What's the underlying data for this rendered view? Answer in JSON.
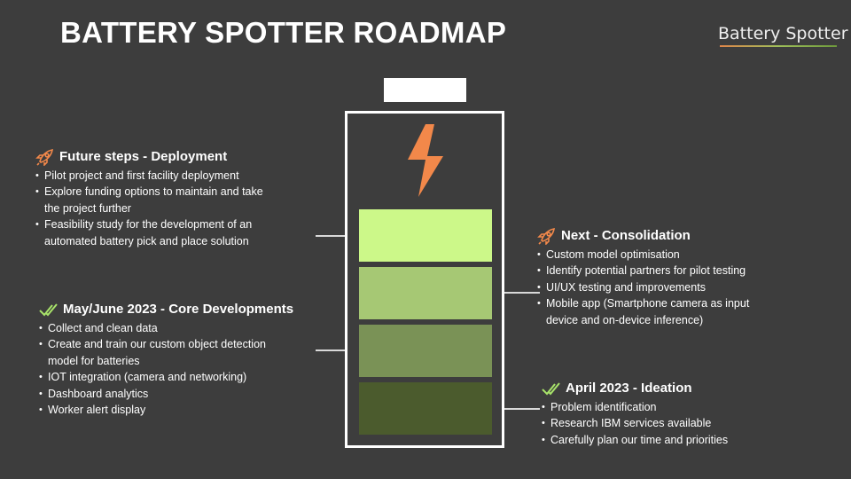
{
  "title": "BATTERY SPOTTER ROADMAP",
  "logo": "Battery Spotter",
  "colors": {
    "background": "#3d3d3d",
    "accent_orange": "#f2884a",
    "check_green": "#a8e36a",
    "cell_1": "#ccf889",
    "cell_2": "#a6c874",
    "cell_3": "#7a9256",
    "cell_4": "#4b5b2d"
  },
  "sections": {
    "future": {
      "icon": "rocket-icon",
      "heading": "Future steps - Deployment",
      "items": [
        [
          "Pilot project and first facility deployment"
        ],
        [
          "Explore funding options to maintain and take",
          "the project further"
        ],
        [
          "Feasibility study for the development of an",
          "automated battery pick and place solution"
        ]
      ]
    },
    "core": {
      "icon": "check-icon",
      "heading": "May/June 2023 - Core Developments",
      "items": [
        [
          "Collect and clean data"
        ],
        [
          "Create and  train our custom object detection",
          "model for batteries"
        ],
        [
          "IOT integration (camera and networking)"
        ],
        [
          "Dashboard analytics"
        ],
        [
          "Worker alert display"
        ]
      ]
    },
    "next": {
      "icon": "rocket-icon",
      "heading": "Next - Consolidation",
      "items": [
        [
          "Custom model optimisation"
        ],
        [
          "Identify potential partners for pilot testing"
        ],
        [
          "UI/UX testing and improvements"
        ],
        [
          "Mobile app (Smartphone camera as input",
          "device and on-device inference)"
        ]
      ]
    },
    "ideation": {
      "icon": "check-icon",
      "heading": "April 2023 - Ideation",
      "items": [
        [
          "Problem identification"
        ],
        [
          "Research IBM services available"
        ],
        [
          "Carefully plan our time and priorities"
        ]
      ]
    }
  }
}
